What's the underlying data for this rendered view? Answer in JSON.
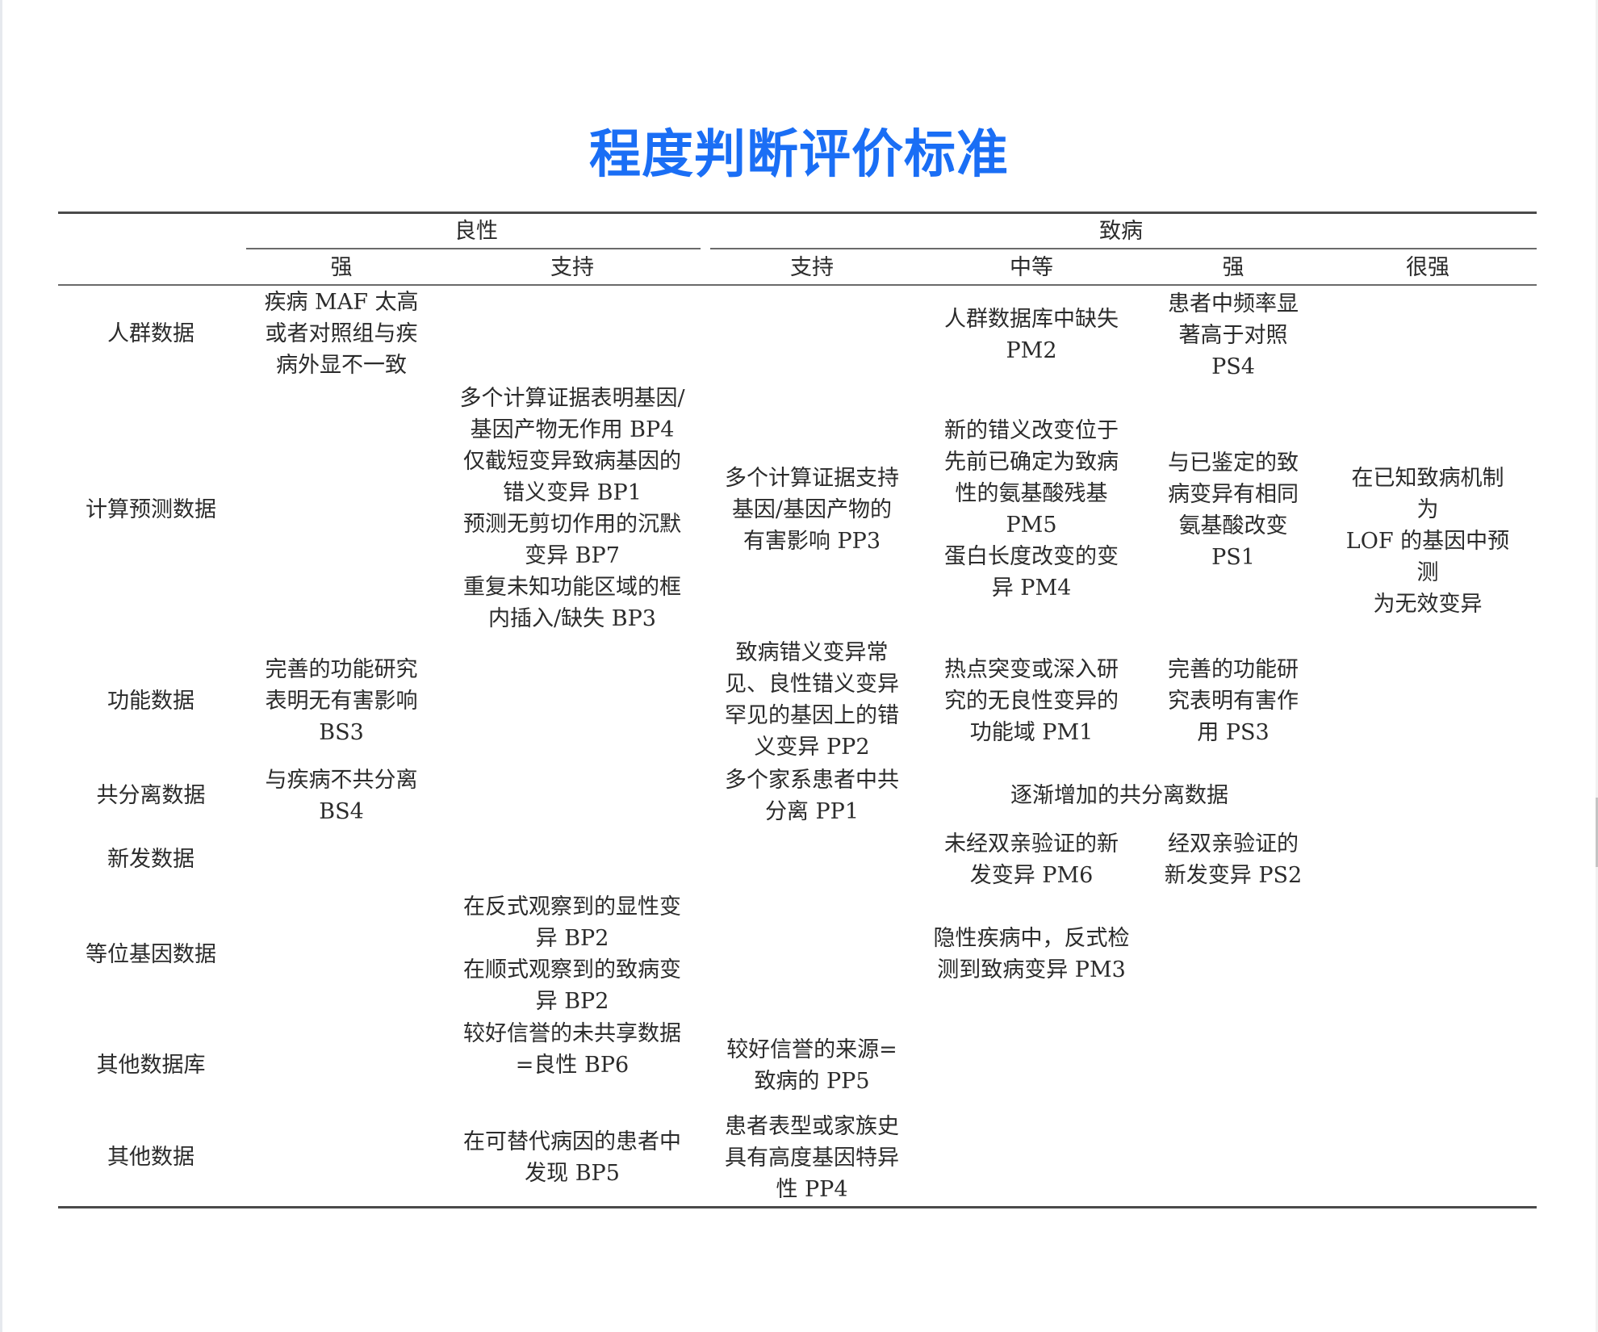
{
  "title": "程度判断评价标准",
  "colors": {
    "title": "#1a6ef5",
    "text": "#2b2b2b",
    "rule": "#4a4a4a"
  },
  "header": {
    "groups": [
      {
        "label": "良性",
        "subcolumns": [
          "强",
          "支持"
        ]
      },
      {
        "label": "致病",
        "subcolumns": [
          "支持",
          "中等",
          "强",
          "很强"
        ]
      }
    ],
    "benign_label": "良性",
    "pathogenic_label": "致病",
    "col_benign_strong": "强",
    "col_benign_supporting": "支持",
    "col_path_supporting": "支持",
    "col_path_moderate": "中等",
    "col_path_strong": "强",
    "col_path_very_strong": "很强"
  },
  "rows": {
    "population": {
      "label": "人群数据",
      "benign_strong": "疾病 MAF 太高\n或者对照组与疾\n病外显不一致",
      "path_moderate": "人群数据库中缺失\nPM2",
      "path_strong": "患者中频率显\n著高于对照\nPS4"
    },
    "computational": {
      "label": "计算预测数据",
      "benign_supporting": "多个计算证据表明基因/\n基因产物无作用 BP4\n仅截短变异致病基因的\n错义变异 BP1\n预测无剪切作用的沉默\n变异 BP7\n重复未知功能区域的框\n内插入/缺失 BP3",
      "path_supporting": "多个计算证据支持\n基因/基因产物的\n有害影响 PP3",
      "path_moderate": "新的错义改变位于\n先前已确定为致病\n性的氨基酸残基\nPM5\n蛋白长度改变的变\n异 PM4",
      "path_strong": "与已鉴定的致\n病变异有相同\n氨基酸改变\nPS1",
      "path_very_strong": "在已知致病机制为\nLOF 的基因中预测\n为无效变异"
    },
    "functional": {
      "label": "功能数据",
      "benign_strong": "完善的功能研究\n表明无有害影响\nBS3",
      "path_supporting": "致病错义变异常\n见、良性错义变异\n罕见的基因上的错\n义变异 PP2",
      "path_moderate": "热点突变或深入研\n究的无良性变异的\n功能域 PM1",
      "path_strong": "完善的功能研\n究表明有害作\n用 PS3"
    },
    "segregation": {
      "label": "共分离数据",
      "benign_strong": "与疾病不共分离\nBS4",
      "path_supporting": "多个家系患者中共\n分离 PP1",
      "path_moderate_to_strong": "逐渐增加的共分离数据"
    },
    "de_novo": {
      "label": "新发数据",
      "path_moderate": "未经双亲验证的新\n发变异 PM6",
      "path_strong": "经双亲验证的\n新发变异 PS2"
    },
    "allelic": {
      "label": "等位基因数据",
      "benign_supporting": "在反式观察到的显性变\n异 BP2\n在顺式观察到的致病变\n异 BP2",
      "path_moderate": "隐性疾病中，反式检\n测到致病变异 PM3"
    },
    "other_database": {
      "label": "其他数据库",
      "benign_supporting": "较好信誉的未共享数据\n=良性 BP6",
      "path_supporting": "较好信誉的来源=\n致病的 PP5"
    },
    "other": {
      "label": "其他数据",
      "benign_supporting": "在可替代病因的患者中\n发现 BP5",
      "path_supporting": "患者表型或家族史\n具有高度基因特异\n性 PP4"
    }
  }
}
